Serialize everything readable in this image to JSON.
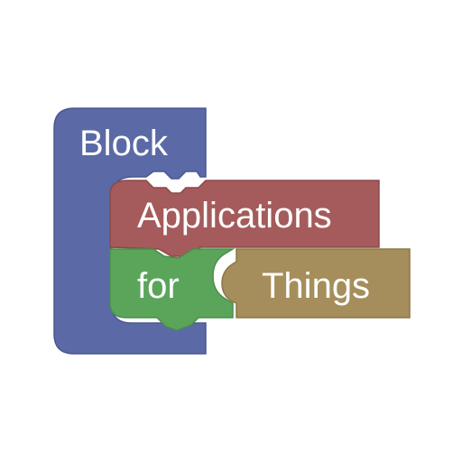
{
  "logo": {
    "words": {
      "block": "Block",
      "applications": "Applications",
      "for": "for",
      "things": "Things"
    },
    "colors": {
      "background": "#ffffff",
      "block_blue": "#5b6aa6",
      "applications_red": "#a55b5b",
      "for_green": "#5ba55b",
      "things_gold": "#a58e5b",
      "text": "#ffffff"
    }
  }
}
